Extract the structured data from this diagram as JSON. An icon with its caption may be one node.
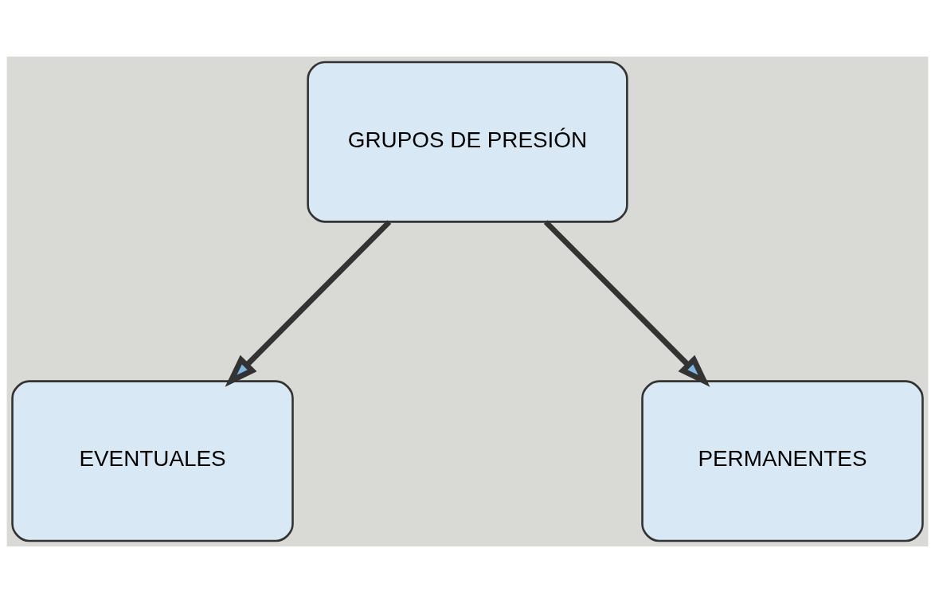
{
  "diagram": {
    "nodes": [
      {
        "text": [
          "GRUPOS DE PRESIÓN"
        ]
      },
      {
        "text": [
          "EVENTUALES"
        ]
      },
      {
        "text": [
          "PERMANENTES"
        ]
      }
    ],
    "edges": [
      {
        "from": 0,
        "to": 1,
        "arrow": "to"
      },
      {
        "from": 0,
        "to": 2,
        "arrow": "to"
      }
    ]
  }
}
